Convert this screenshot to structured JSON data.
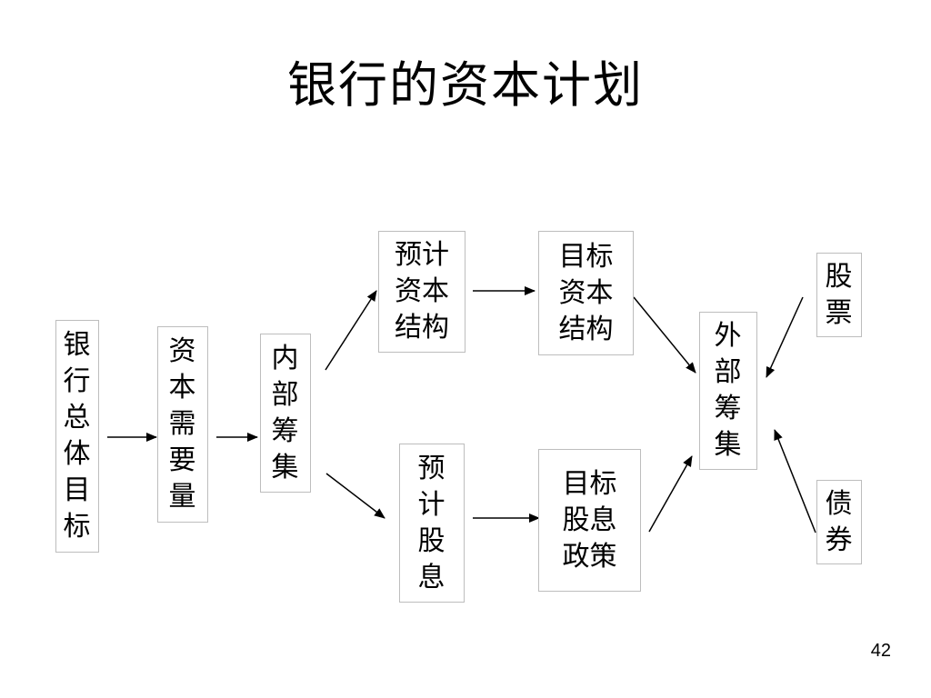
{
  "slide": {
    "title": "银行的资本计划",
    "page_number": "42"
  },
  "nodes": {
    "overall_goal": "银行总体目标",
    "capital_needs": "资本需要量",
    "internal_raising": "内部筹集",
    "projected_structure": "预计资本结构",
    "projected_dividend": "预计股息",
    "target_structure": "目标资本结构",
    "target_dividend_policy": "目标股息政策",
    "external_raising": "外部筹集",
    "stocks": "股票",
    "bonds": "债券"
  },
  "edges": [
    {
      "from": "overall_goal",
      "to": "capital_needs"
    },
    {
      "from": "capital_needs",
      "to": "internal_raising"
    },
    {
      "from": "internal_raising",
      "to": "projected_structure"
    },
    {
      "from": "internal_raising",
      "to": "projected_dividend"
    },
    {
      "from": "projected_structure",
      "to": "target_structure"
    },
    {
      "from": "projected_dividend",
      "to": "target_dividend_policy"
    },
    {
      "from": "target_structure",
      "to": "external_raising"
    },
    {
      "from": "target_dividend_policy",
      "to": "external_raising"
    },
    {
      "from": "stocks",
      "to": "external_raising"
    },
    {
      "from": "bonds",
      "to": "external_raising"
    }
  ],
  "colors": {
    "border": "#bdbdbd",
    "arrow": "#000000"
  }
}
